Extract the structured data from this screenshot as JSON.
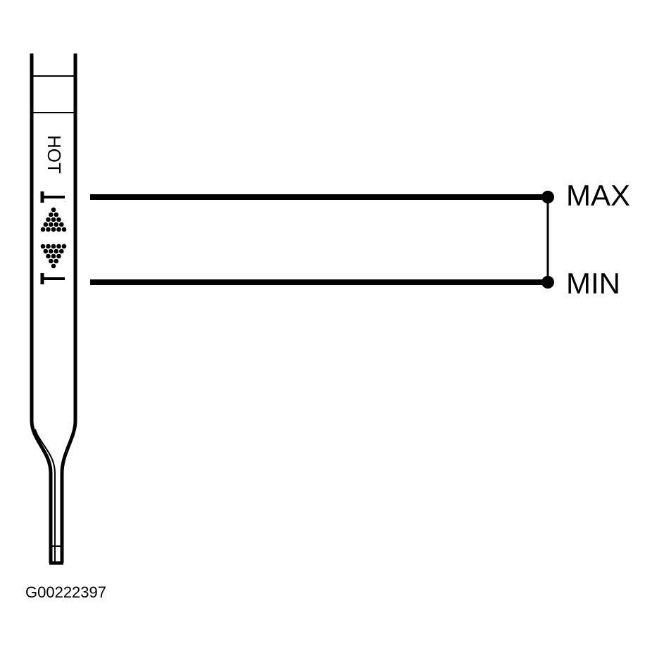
{
  "labels": {
    "max": "MAX",
    "min": "MIN",
    "hot": "HOT",
    "figure_id": "G00222397"
  },
  "icons": {
    "rising_dots": "triangle-dots-up-icon",
    "falling_dots": "triangle-dots-down-icon"
  },
  "colors": {
    "ink": "#000000",
    "background": "#ffffff"
  }
}
